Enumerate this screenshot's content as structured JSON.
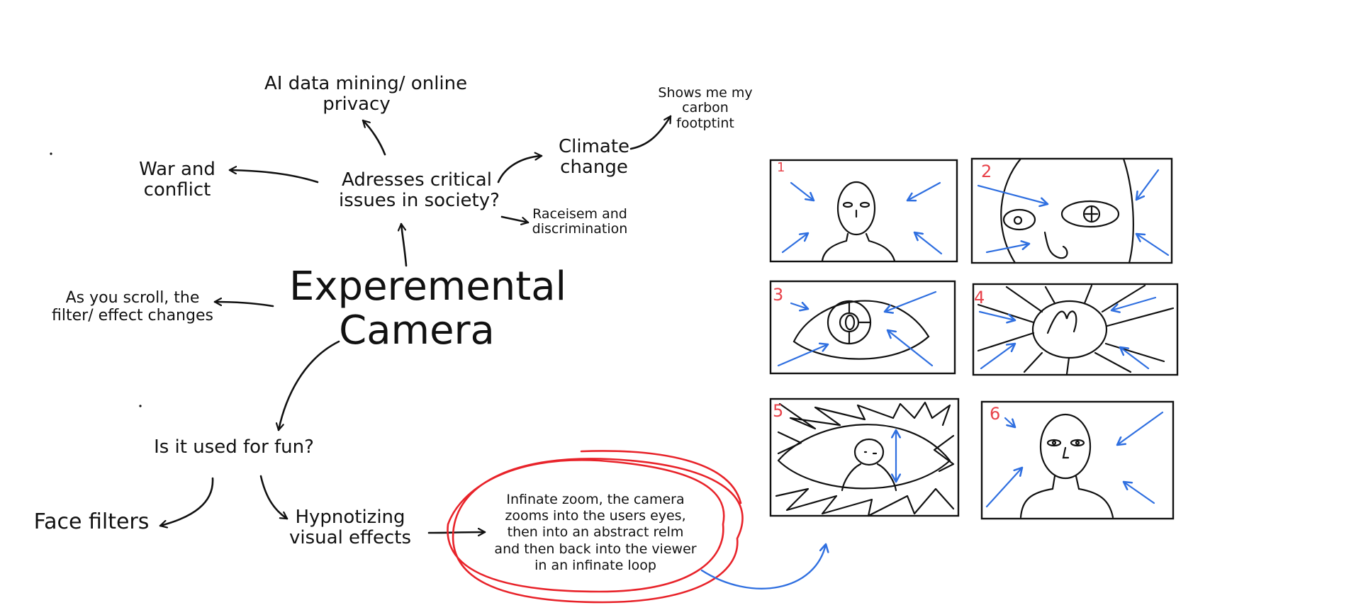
{
  "mindmap": {
    "center": {
      "line1": "Experemental",
      "line2": "Camera"
    },
    "critical_issues": {
      "line1": "Adresses critical",
      "line2": "issues in society?"
    },
    "ai_privacy": {
      "line1": "AI data mining/ online",
      "line2": "privacy"
    },
    "war": {
      "line1": "War and",
      "line2": "conflict"
    },
    "climate": {
      "line1": "Climate",
      "line2": "change"
    },
    "carbon": {
      "line1": "Shows me my",
      "line2": "carbon",
      "line3": "footptint"
    },
    "racism": {
      "line1": "Raceisem and",
      "line2": "discrimination"
    },
    "scroll": {
      "line1": "As you scroll, the",
      "line2": "filter/ effect changes"
    },
    "fun": {
      "text": "Is it used for fun?"
    },
    "face_filters": {
      "text": "Face filters"
    },
    "hypnotizing": {
      "line1": "Hypnotizing",
      "line2": "visual effects"
    },
    "zoom_note": {
      "line1": "Infinate zoom, the camera",
      "line2": "zooms into the users eyes,",
      "line3": "then into an abstract relm",
      "line4": "and then back into the viewer",
      "line5": "in an infinate loop"
    }
  },
  "storyboard": {
    "frames": [
      {
        "number": "1"
      },
      {
        "number": "2"
      },
      {
        "number": "3"
      },
      {
        "number": "4"
      },
      {
        "number": "5"
      },
      {
        "number": "6"
      }
    ]
  },
  "colors": {
    "ink": "#111111",
    "arrow_blue": "#2f6fe0",
    "highlight_red": "#e8232a",
    "frame_number_red": "#e8424a"
  }
}
